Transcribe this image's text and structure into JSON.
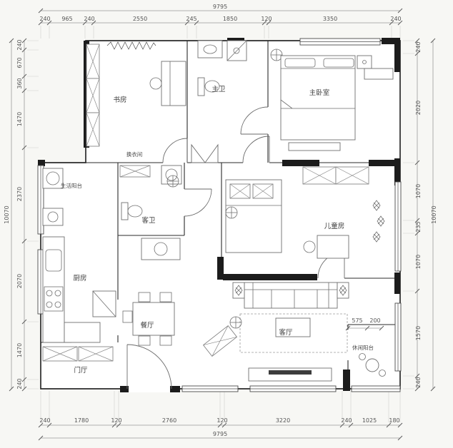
{
  "dims": {
    "top_total": "9795",
    "bottom_total": "9795",
    "left_total": "10070",
    "right_total": "10070",
    "top": [
      "240",
      "965",
      "240",
      "2550",
      "245",
      "1850",
      "120",
      "3350",
      "240"
    ],
    "bottom": [
      "240",
      "1780",
      "120",
      "2760",
      "120",
      "3220",
      "240",
      "1025",
      "180"
    ],
    "left": [
      "240",
      "670",
      "360",
      "1470",
      "2370",
      "2070",
      "1470",
      "240"
    ],
    "right": [
      "240",
      "2020",
      "1070",
      "235",
      "1070",
      "1570",
      "240"
    ],
    "inner": [
      "575",
      "200"
    ]
  },
  "rooms": {
    "study": {
      "label": "书房"
    },
    "master_bath": {
      "label": "主卫"
    },
    "master_bedroom": {
      "label": "主卧室"
    },
    "closet": {
      "label": "换衣间"
    },
    "utility_balcony": {
      "label": "生活阳台"
    },
    "guest_bath": {
      "label": "客卫"
    },
    "kids_room": {
      "label": "儿童房"
    },
    "kitchen": {
      "label": "厨房"
    },
    "dining": {
      "label": "餐厅"
    },
    "living": {
      "label": "客厅"
    },
    "leisure_balcony": {
      "label": "休闲阳台"
    },
    "foyer": {
      "label": "门厅"
    }
  },
  "colors": {
    "background": "#f7f7f4",
    "wall_fill": "#1c1c1c",
    "wall_line": "#2b2b2b",
    "dimension": "#9a9a9a",
    "text": "#3e3e3e"
  }
}
